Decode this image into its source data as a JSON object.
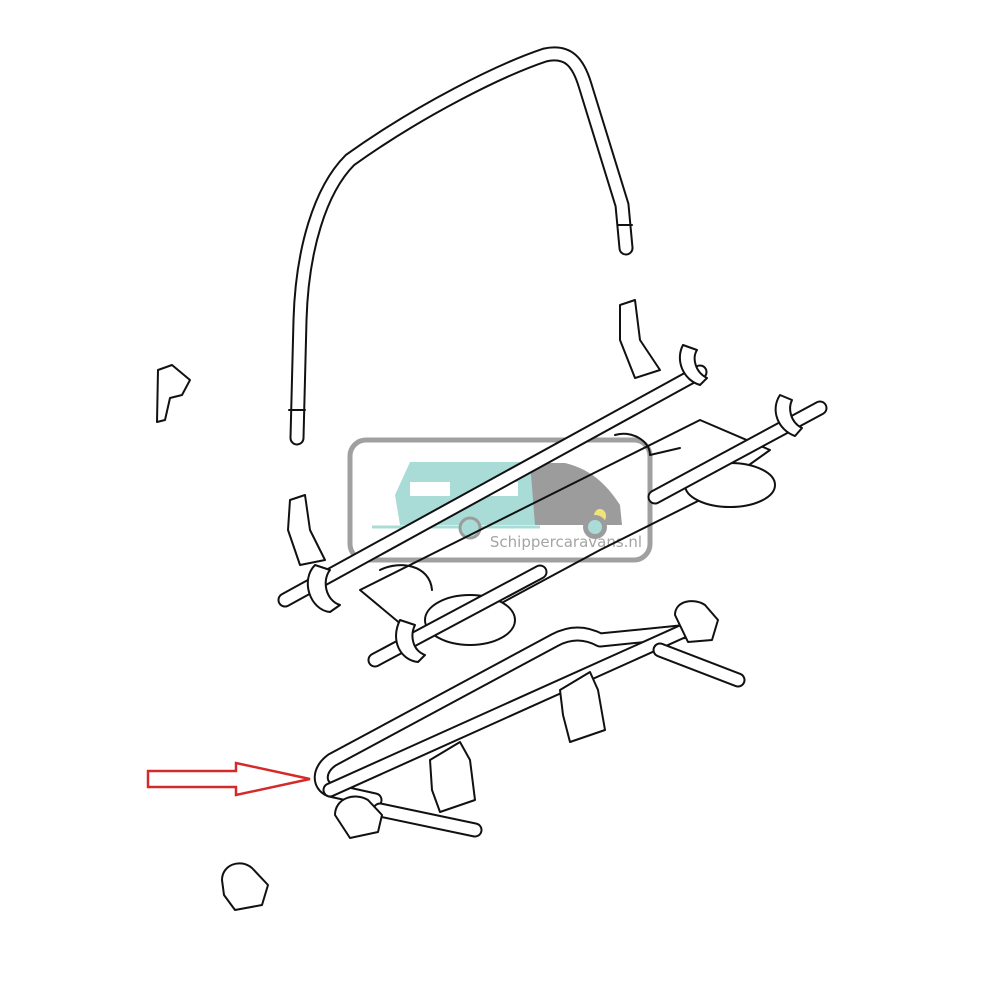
{
  "diagram": {
    "watermark": {
      "text": "Schippercaravans.nl",
      "colors": {
        "caravan": "#a9dcd6",
        "van": "#9c9c9c",
        "frame": "#a0a0a0",
        "headlight": "#f2e27a"
      }
    },
    "arrow": {
      "color": "#d42a2a",
      "direction": "right"
    },
    "parts": [
      "top-arch-bar",
      "upper-bike-rack",
      "lower-mounting-frame",
      "loose-clamp-left",
      "loose-clamp-bottom"
    ]
  }
}
